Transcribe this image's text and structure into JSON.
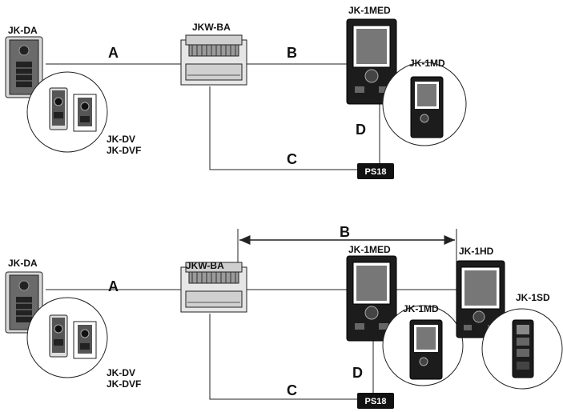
{
  "diagram_top": {
    "devices": {
      "door_station": "JK-DA",
      "door_station_alt_1": "JK-DV",
      "door_station_alt_2": "JK-DVF",
      "adaptor": "JKW-BA",
      "master_monitor": "JK-1MED",
      "master_monitor_alt": "JK-1MD",
      "power_supply": "PS18"
    },
    "wires": {
      "a": "A",
      "b": "B",
      "c": "C",
      "d": "D"
    }
  },
  "diagram_bottom": {
    "devices": {
      "door_station": "JK-DA",
      "door_station_alt_1": "JK-DV",
      "door_station_alt_2": "JK-DVF",
      "adaptor": "JKW-BA",
      "master_monitor": "JK-1MED",
      "master_monitor_alt": "JK-1MD",
      "sub_monitor": "JK-1HD",
      "sub_station": "JK-1SD",
      "power_supply": "PS18"
    },
    "wires": {
      "a": "A",
      "b": "B",
      "c": "C",
      "d": "D"
    }
  }
}
